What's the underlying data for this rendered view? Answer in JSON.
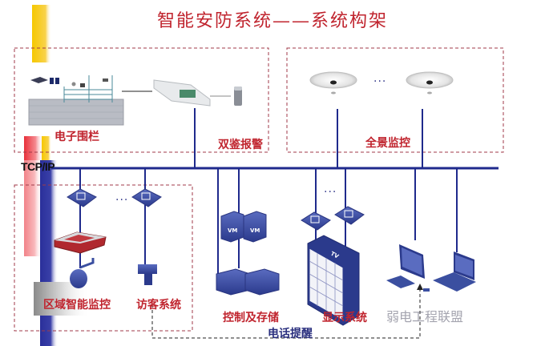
{
  "title": "智能安防系统——系统构架",
  "network": {
    "bus_label": "TCP/IP"
  },
  "groups": {
    "electronic_fence": {
      "label": "电子围栏"
    },
    "dual_tech_alarm": {
      "label": "双鉴报警"
    },
    "panoramic_monitoring": {
      "label": "全景监控"
    },
    "area_smart_monitoring": {
      "label": "区域智能监控"
    },
    "visitor_system": {
      "label": "访客系统"
    },
    "control_storage": {
      "label": "控制及存储",
      "device_badge": "VM"
    },
    "display_system": {
      "label": "显示系统",
      "device_badge": "TV"
    }
  },
  "phone_alert": {
    "label": "电话提醒"
  },
  "ellipsis": "...",
  "watermark": "弱电工程联盟",
  "colors": {
    "title_red": "#c0242e",
    "bus_blue": "#1f2a8c",
    "device_blue": "#3b4fa0",
    "dashed_box": "#a03a48",
    "accent_yellow": "#f5c400",
    "accent_red": "#e8303a"
  }
}
